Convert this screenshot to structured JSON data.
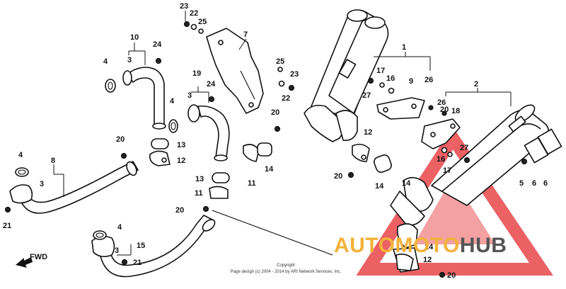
{
  "callouts": {
    "c1": "1",
    "c2": "2",
    "c3a": "3",
    "c3b": "3",
    "c3c": "3",
    "c3d": "3",
    "c4a": "4",
    "c4b": "4",
    "c4c": "4",
    "c4d": "4",
    "c5": "5",
    "c6a": "6",
    "c6b": "6",
    "c7": "7",
    "c8": "8",
    "c9": "9",
    "c10": "10",
    "c11a": "11",
    "c11b": "11",
    "c12a": "12",
    "c12b": "12",
    "c12c": "12",
    "c13a": "13",
    "c13b": "13",
    "c14a": "14",
    "c14b": "14",
    "c14c": "14",
    "c14d": "14",
    "c15": "15",
    "c16a": "16",
    "c16b": "16",
    "c17a": "17",
    "c17b": "17",
    "c18": "18",
    "c19": "19",
    "c20a": "20",
    "c20b": "20",
    "c20c": "20",
    "c20d": "20",
    "c20e": "20",
    "c20f": "20",
    "c21a": "21",
    "c21b": "21",
    "c22a": "22",
    "c22b": "22",
    "c23a": "23",
    "c23b": "23",
    "c24a": "24",
    "c24b": "24",
    "c25a": "25",
    "c25b": "25",
    "c26a": "26",
    "c26b": "26",
    "c27a": "27",
    "c27b": "27"
  },
  "fwd_label": "FWD",
  "copyright": {
    "line1": "Copyright",
    "line2": "Page design (c) 2004 - 2014 by ARI Network Services, Inc."
  },
  "watermark": {
    "part1": "AUTO",
    "part2": "MOTO",
    "part3": "HUB",
    "colors": {
      "red": "#e8464a",
      "yellow": "#f2b23a",
      "gray": "#555555"
    }
  }
}
